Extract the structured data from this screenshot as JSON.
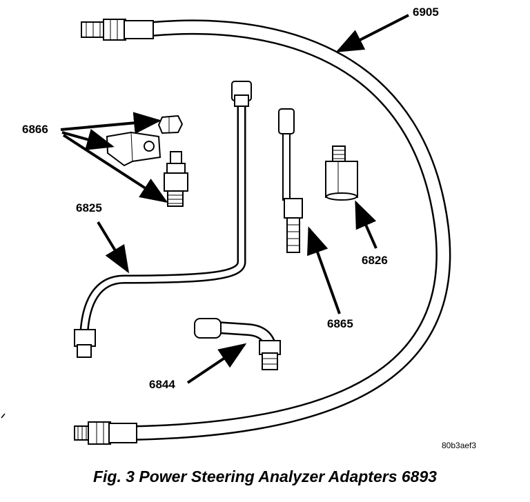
{
  "labels": {
    "hose": "6905",
    "kit_6866": "6866",
    "tube_6825": "6825",
    "adapter_6826": "6826",
    "tube_6865": "6865",
    "elbow_6844": "6844"
  },
  "image_ref": "80b3aef3",
  "caption": "Fig. 3 Power Steering Analyzer Adapters 6893"
}
